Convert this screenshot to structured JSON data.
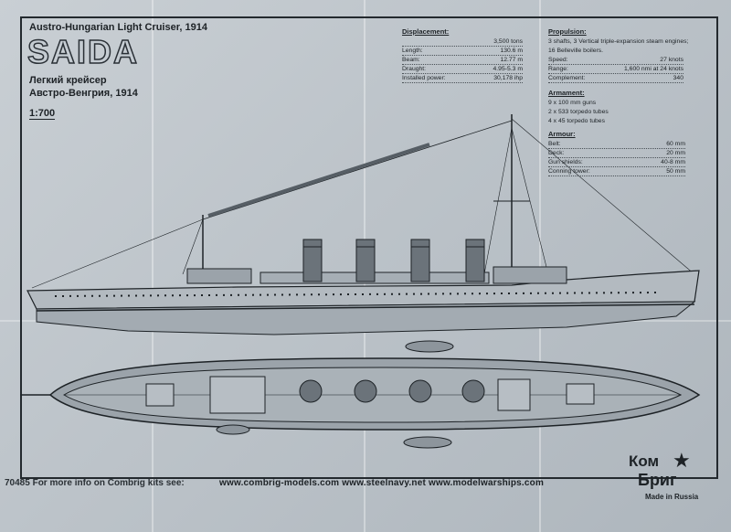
{
  "header": {
    "subtitle": "Austro-Hungarian Light Cruiser, 1914",
    "ship_name": "SAIDA",
    "subtitle_ru_1": "Легкий крейсер",
    "subtitle_ru_2": "Австро-Венгрия, 1914",
    "scale": "1:700"
  },
  "specs": {
    "displacement": {
      "heading": "Displacement:",
      "rows": [
        {
          "label": "",
          "value": "3,500 tons"
        },
        {
          "label": "Length:",
          "value": "130.6 m"
        },
        {
          "label": "Beam:",
          "value": "12.77 m"
        },
        {
          "label": "Draught:",
          "value": "4.95-5.3 m"
        },
        {
          "label": "Installed power:",
          "value": "30,178 ihp"
        }
      ]
    },
    "propulsion": {
      "heading": "Propulsion:",
      "lines": [
        "3 shafts, 3 Vertical triple-expansion steam engines;",
        "16 Belleville boilers."
      ],
      "rows": [
        {
          "label": "Speed:",
          "value": "27 knots"
        },
        {
          "label": "Range:",
          "value": "1,600 nmi at 24 knots"
        },
        {
          "label": "Complement:",
          "value": "340"
        }
      ]
    },
    "armament": {
      "heading": "Armament:",
      "lines": [
        "9 x 100 mm guns",
        "2 x 533 torpedo tubes",
        "4 x 45 torpedo tubes"
      ]
    },
    "armour": {
      "heading": "Armour:",
      "rows": [
        {
          "label": "Belt:",
          "value": "60 mm"
        },
        {
          "label": "Deck:",
          "value": "20 mm"
        },
        {
          "label": "Gun shields:",
          "value": "40-8 mm"
        },
        {
          "label": "Conning tower:",
          "value": "50 mm"
        }
      ]
    }
  },
  "footer": {
    "kit_info": "70485  For more info on Combrig kits see:",
    "links": "www.combrig-models.com   www.steelnavy.net   www.modelwarships.com"
  },
  "logo": {
    "line1": "Ком",
    "line2": "Бриг",
    "made_in": "Made in Russia"
  },
  "colors": {
    "paper": "#c4cbd1",
    "ink": "#1d2226",
    "hull_fill": "#8d959c",
    "deck_fill": "#9ba3aa"
  }
}
